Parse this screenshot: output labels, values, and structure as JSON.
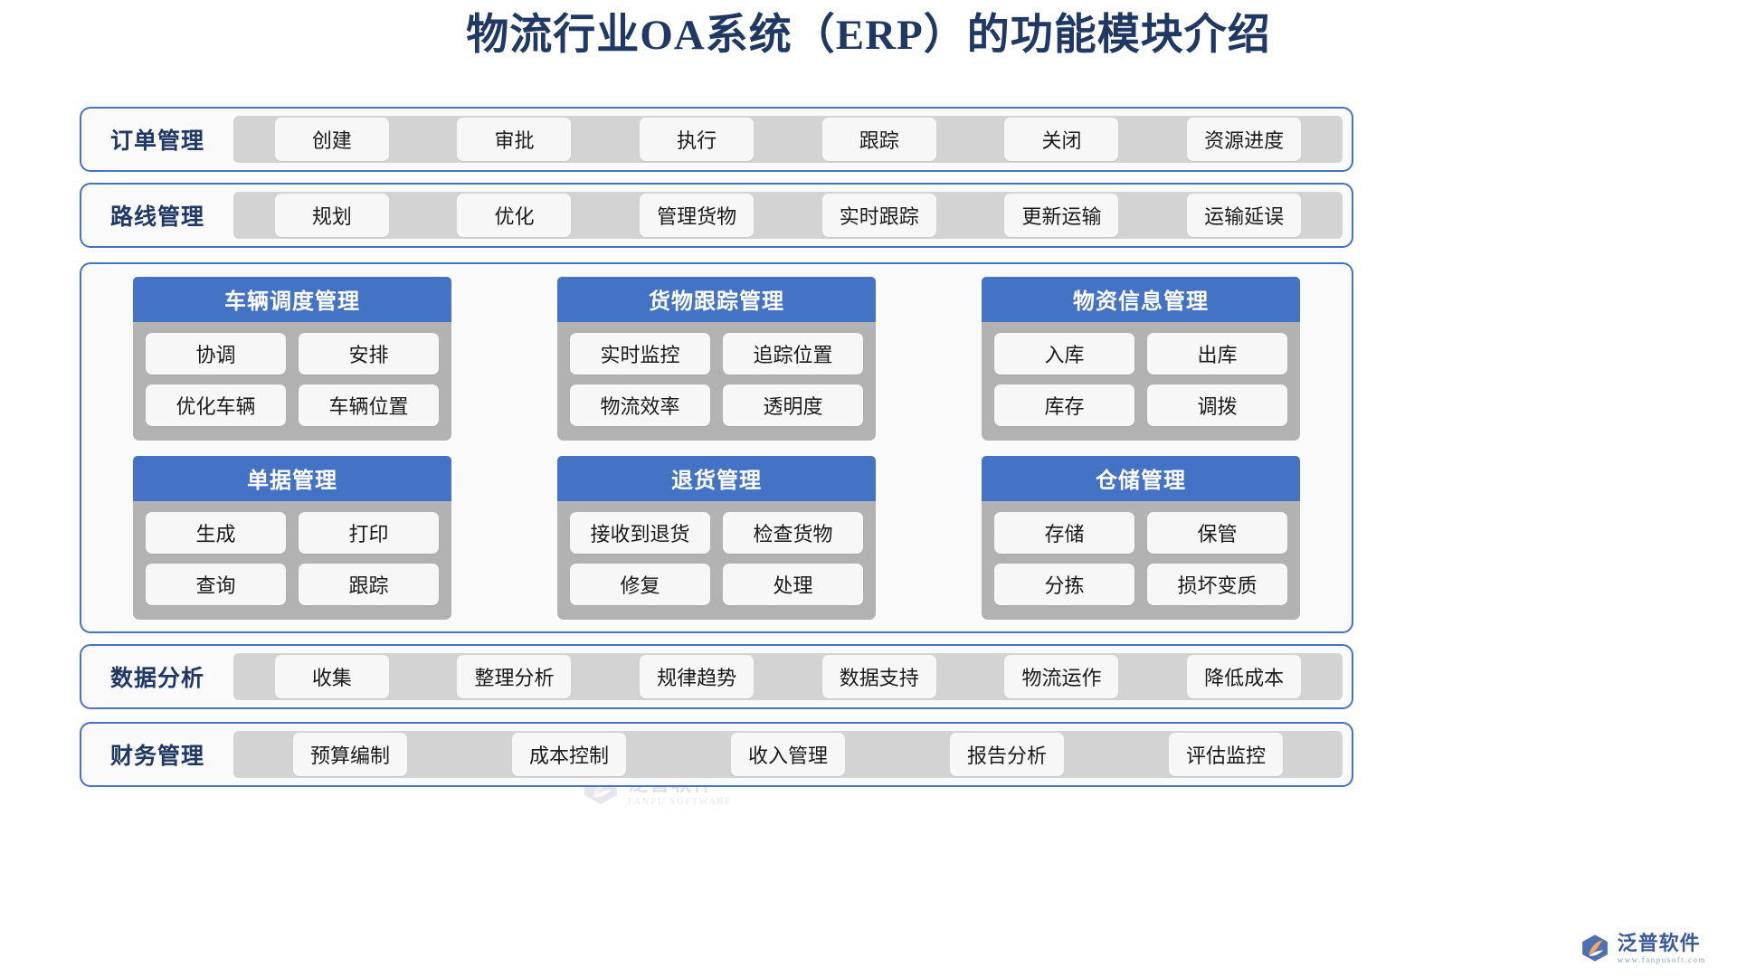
{
  "title": "物流行业OA系统（ERP）的功能模块介绍",
  "colors": {
    "title": "#1F3864",
    "border": "#4472C4",
    "card_header": "#4472C4",
    "card_body": "#B2B2B2",
    "strip": "#D3D3D3",
    "pill": "#F7F7F7"
  },
  "top_bands": [
    {
      "label": "订单管理",
      "items": [
        "创建",
        "审批",
        "执行",
        "跟踪",
        "关闭",
        "资源进度"
      ]
    },
    {
      "label": "路线管理",
      "items": [
        "规划",
        "优化",
        "管理货物",
        "实时跟踪",
        "更新运输",
        "运输延误"
      ]
    }
  ],
  "cards": [
    {
      "header": "车辆调度管理",
      "items": [
        "协调",
        "安排",
        "优化车辆",
        "车辆位置"
      ]
    },
    {
      "header": "货物跟踪管理",
      "items": [
        "实时监控",
        "追踪位置",
        "物流效率",
        "透明度"
      ]
    },
    {
      "header": "物资信息管理",
      "items": [
        "入库",
        "出库",
        "库存",
        "调拨"
      ]
    },
    {
      "header": "单据管理",
      "items": [
        "生成",
        "打印",
        "查询",
        "跟踪"
      ]
    },
    {
      "header": "退货管理",
      "items": [
        "接收到退货",
        "检查货物",
        "修复",
        "处理"
      ]
    },
    {
      "header": "仓储管理",
      "items": [
        "存储",
        "保管",
        "分拣",
        "损坏变质"
      ]
    }
  ],
  "bottom_bands": [
    {
      "label": "数据分析",
      "items": [
        "收集",
        "整理分析",
        "规律趋势",
        "数据支持",
        "物流运作",
        "降低成本"
      ]
    },
    {
      "label": "财务管理",
      "items": [
        "预算编制",
        "成本控制",
        "收入管理",
        "报告分析",
        "评估监控"
      ]
    }
  ],
  "watermark": {
    "cn": "泛普软件",
    "en": "FANPU SOFTWARE"
  },
  "brand": {
    "cn": "泛普软件",
    "en": "www.fanpusoft.com"
  }
}
